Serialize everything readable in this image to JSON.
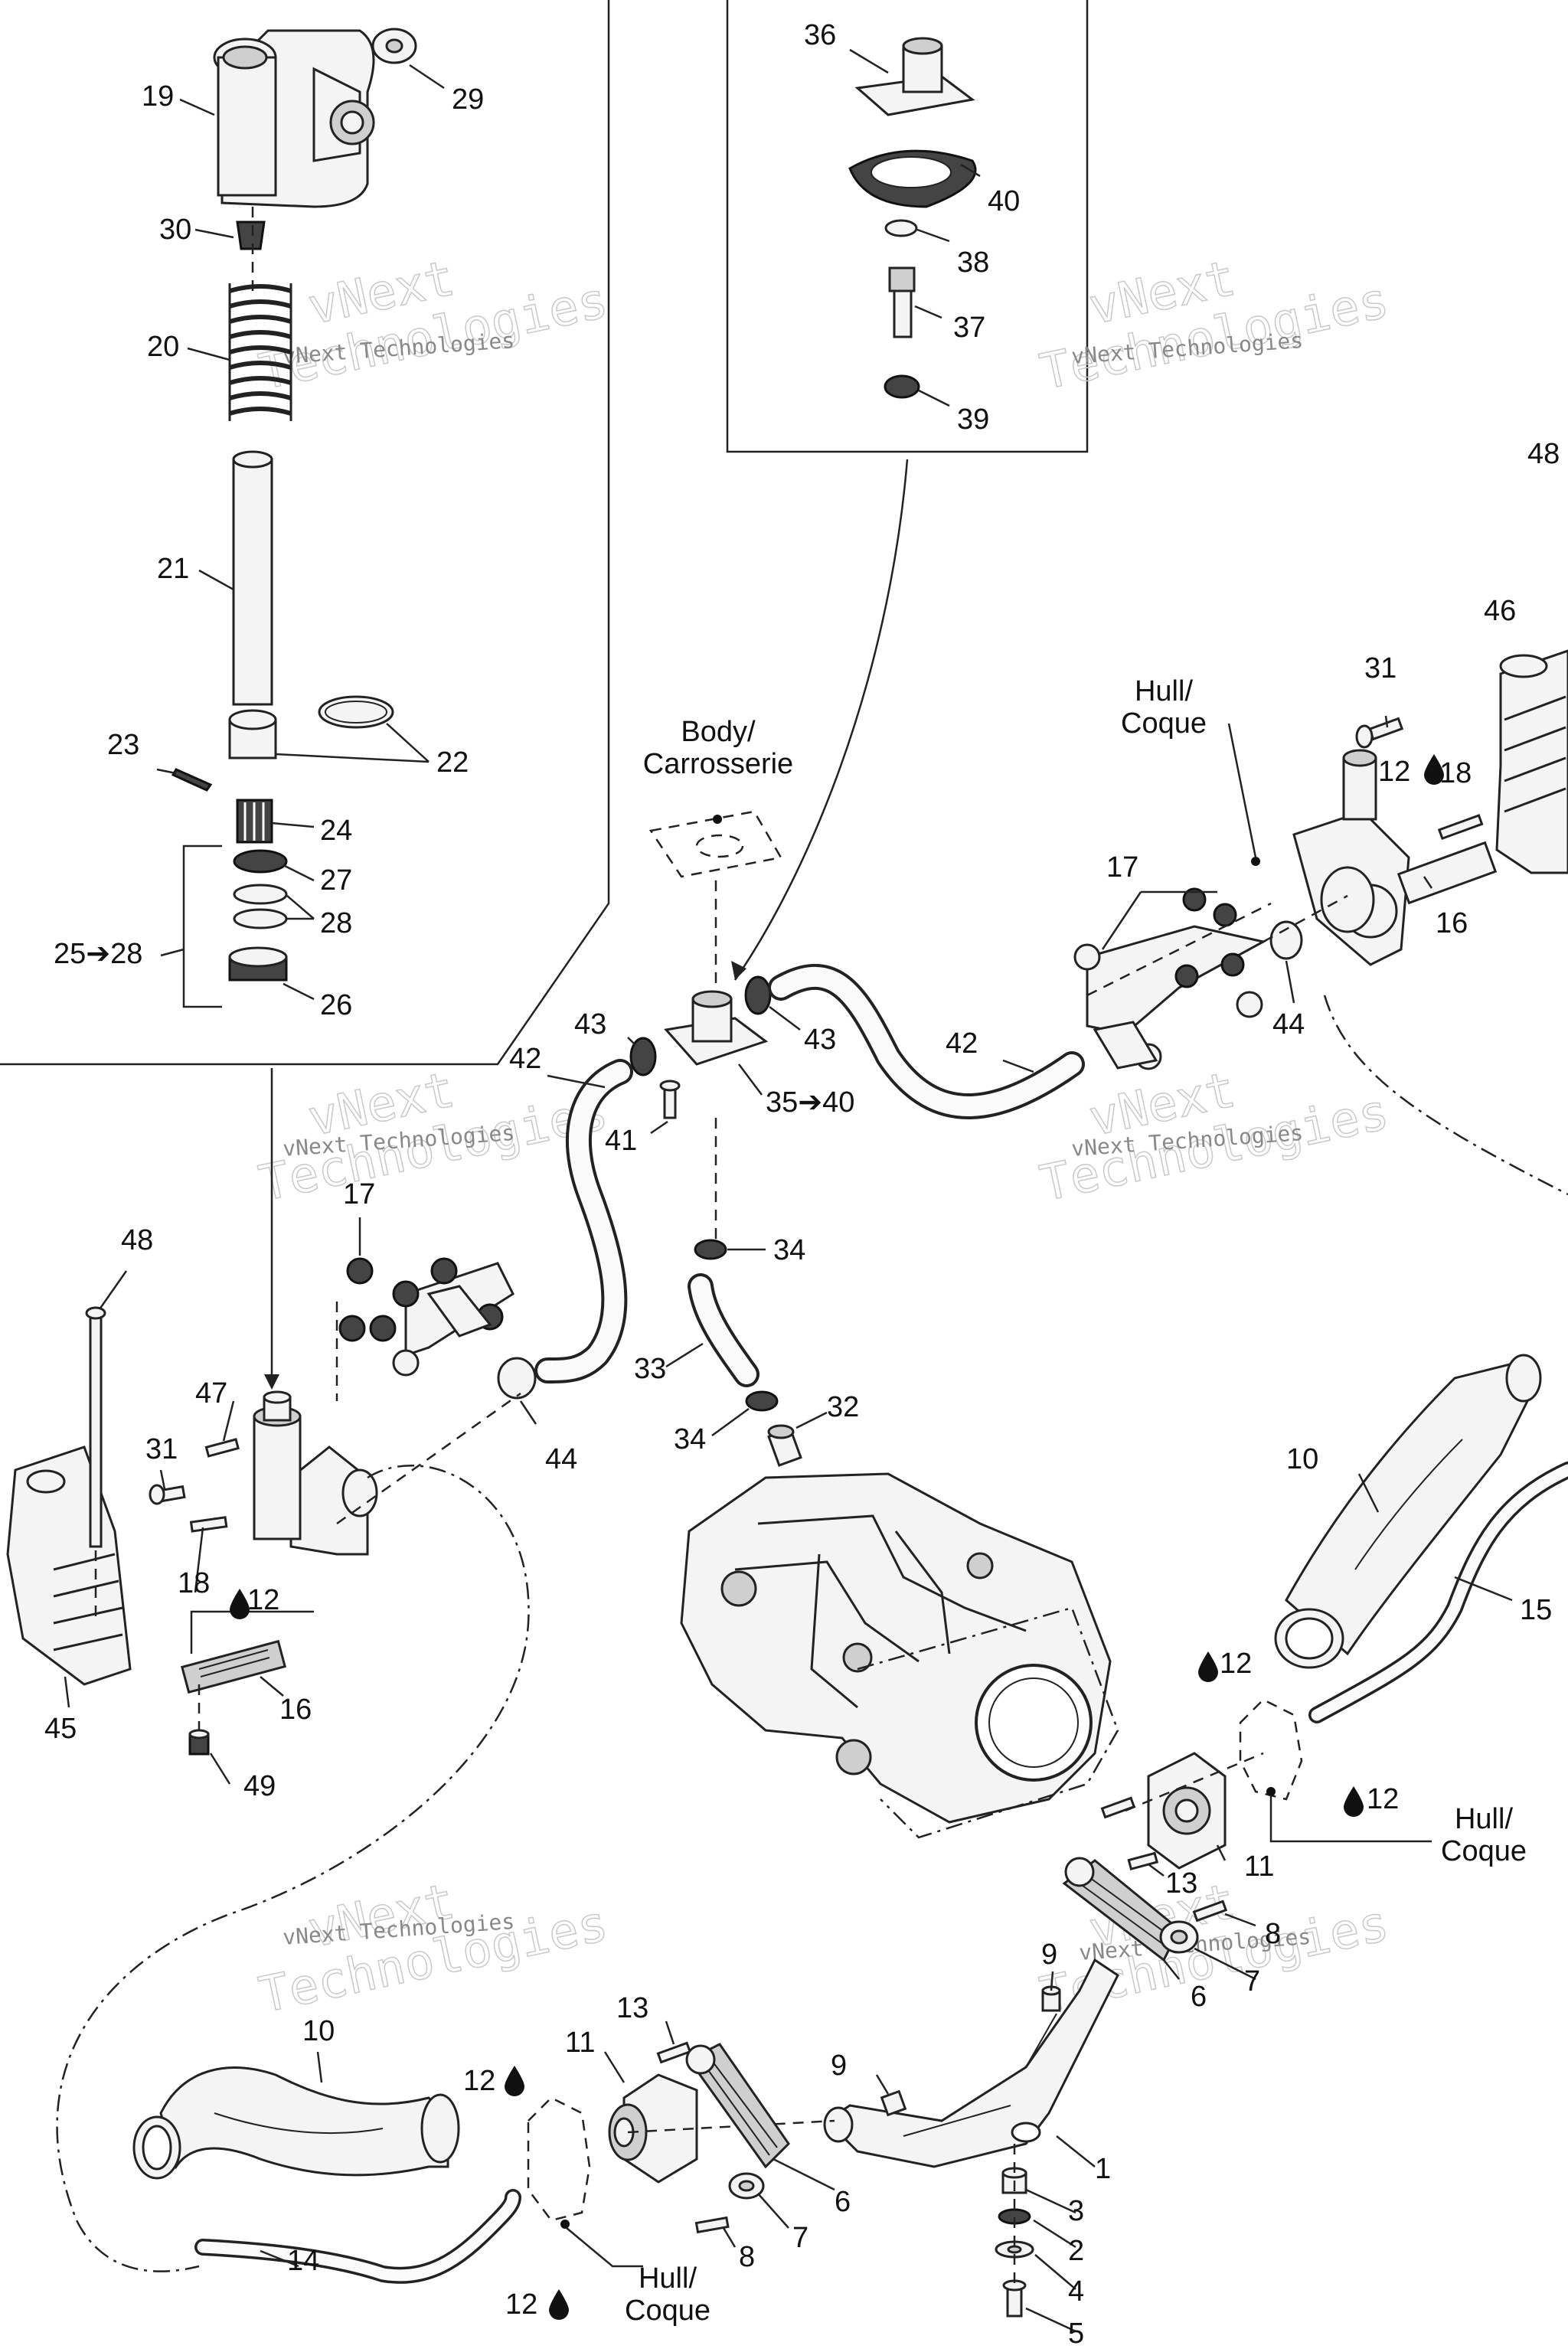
{
  "labels": {
    "l1": "1",
    "l2": "2",
    "l3": "3",
    "l4": "4",
    "l5": "5",
    "l6a": "6",
    "l6b": "6",
    "l7a": "7",
    "l7b": "7",
    "l8a": "8",
    "l8b": "8",
    "l9a": "9",
    "l9b": "9",
    "l10a": "10",
    "l10b": "10",
    "l11a": "11",
    "l11b": "11",
    "l12a": "12",
    "l12b": "12",
    "l12c": "12",
    "l12d": "12",
    "l12e": "12",
    "l12f": "12",
    "l13a": "13",
    "l13b": "13",
    "l14": "14",
    "l15": "15",
    "l16a": "16",
    "l16b": "16",
    "l17a": "17",
    "l17b": "17",
    "l18a": "18",
    "l18b": "18",
    "l19": "19",
    "l20": "20",
    "l21": "21",
    "l22": "22",
    "l23": "23",
    "l24": "24",
    "l25": "25➔28",
    "l26": "26",
    "l27": "27",
    "l28": "28",
    "l29": "29",
    "l30": "30",
    "l31a": "31",
    "l31b": "31",
    "l32": "32",
    "l33": "33",
    "l34a": "34",
    "l34b": "34",
    "l35": "35➔40",
    "l36": "36",
    "l37": "37",
    "l38": "38",
    "l39": "39",
    "l40": "40",
    "l41": "41",
    "l42a": "42",
    "l42b": "42",
    "l43a": "43",
    "l43b": "43",
    "l44a": "44",
    "l44b": "44",
    "l45": "45",
    "l46": "46",
    "l47": "47",
    "l48a": "48",
    "l48b": "48",
    "l49": "49"
  },
  "callouts": {
    "body_line1": "Body/",
    "body_line2": "Carrosserie",
    "hull_top_line1": "Hull/",
    "hull_top_line2": "Coque",
    "hull_right_line1": "Hull/",
    "hull_right_line2": "Coque",
    "hull_bottom_line1": "Hull/",
    "hull_bottom_line2": "Coque"
  },
  "watermark": {
    "line1": "vNext",
    "line2": "Technologies",
    "small": "vNext Technologies"
  },
  "colors": {
    "line": "#222222",
    "background": "#ffffff",
    "watermark": "#c9c9c9"
  }
}
